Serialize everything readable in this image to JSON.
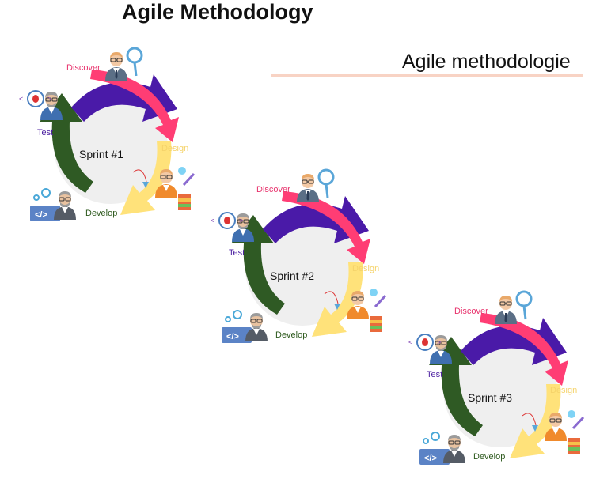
{
  "title": "Agile Methodology",
  "subtitle": "Agile methodologie",
  "colors": {
    "discover": "#ff3d74",
    "design": "#ffe27a",
    "develop": "#2f5a24",
    "test": "#4a1aa8",
    "circle": "#efefef",
    "underline": "#f8d3c4"
  },
  "icons": [
    "magnifier-person-icon",
    "designer-person-icon",
    "developer-person-icon",
    "tester-person-icon",
    "code-icon",
    "gear-icon",
    "bug-icon",
    "lightbulb-icon",
    "palette-icon",
    "pen-icon"
  ],
  "sprints": [
    {
      "name": "Sprint #1",
      "labels": {
        "discover": "Discover",
        "design": "Design",
        "develop": "Develop",
        "test": "Test"
      }
    },
    {
      "name": "Sprint #2",
      "labels": {
        "discover": "Discover",
        "design": "Design",
        "develop": "Develop",
        "test": "Test"
      }
    },
    {
      "name": "Sprint #3",
      "labels": {
        "discover": "Discover",
        "design": "Design",
        "develop": "Develop",
        "test": "Test"
      }
    }
  ]
}
